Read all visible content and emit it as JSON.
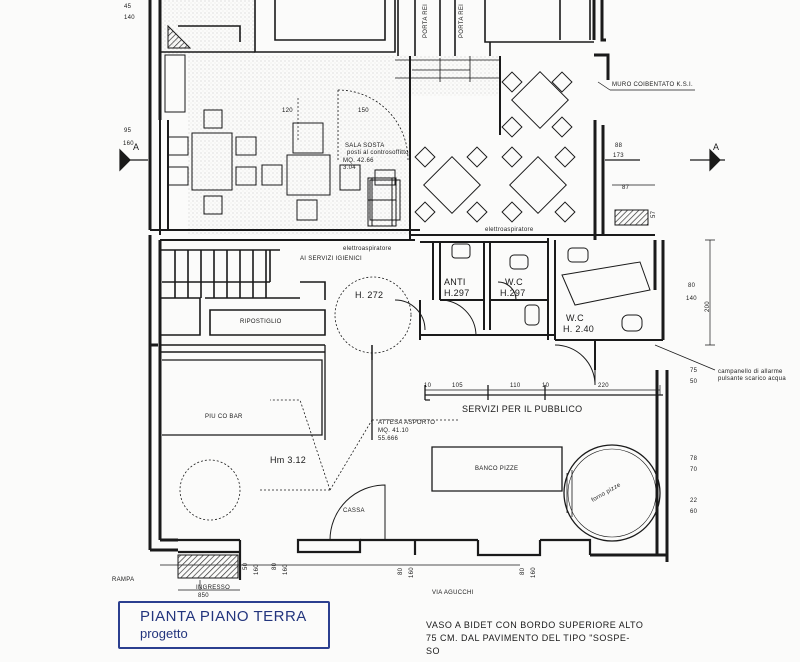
{
  "plan": {
    "rooms": {
      "sala_sosta": "SALA SOSTA",
      "sala_sub": "posti al controsoffitto",
      "sala_mq": "MQ. 42.66",
      "sala_h": "3.04",
      "anti": "ANTI",
      "anti_h": "H.297",
      "wc1": "W.C",
      "wc1_h": "H.297",
      "wc2": "W.C",
      "wc2_h": "H. 2.40",
      "h272": "H. 272",
      "ripostiglio": "RIPOSTIGLIO",
      "servizi_igienici": "AI SERVIZI IGIENICI",
      "piu_co_bar": "PIU CO BAR",
      "hm": "Hm 3.12",
      "attesa": "ATTESA ASPORTO",
      "attesa_mq": "MQ. 41.10",
      "attesa_code": "55.666",
      "banco_pizze": "BANCO PIZZE",
      "forno": "forno pizze",
      "cassa": "CASSA",
      "elettro1": "elettroaspiratore",
      "elettro2": "elettroaspiratore"
    },
    "labels": {
      "porta_rei_1": "PORTA REI",
      "porta_rei_2": "PORTA REI",
      "muro": "MURO COIBENTATO K.S.I.",
      "campanello_1": "campanello di allarme",
      "campanello_2": "pulsante scarico acqua",
      "servizi_pubblico": "SERVIZI  PER  IL  PUBBLICO",
      "rampa": "RAMPA",
      "ingresso": "INGRESSO",
      "via": "VIA AGUCCHI",
      "section_a_left": "A",
      "section_a_right": "A"
    },
    "dimensions": {
      "d45": "45",
      "d140a": "140",
      "d95": "95",
      "d160": "160",
      "d88": "88",
      "d173": "173",
      "d87": "87",
      "d57": "57",
      "d80": "80",
      "d140b": "140",
      "d200": "200",
      "d75": "75",
      "d50a": "50",
      "d78": "78",
      "d70": "70",
      "d22": "22",
      "d60": "60",
      "d10a": "10",
      "d105": "105",
      "d110": "110",
      "d10b": "10",
      "d220": "220",
      "d50b": "50",
      "d160b": "160",
      "d80b": "80",
      "d160c": "160",
      "d80c": "80",
      "d160d": "160",
      "d80d": "80",
      "d160e": "160",
      "d850": "850",
      "d120": "120",
      "d150": "150"
    },
    "title": {
      "line1": "PIANTA  PIANO TERRA",
      "line2": "progetto"
    },
    "note": {
      "line1": "VASO A BIDET CON BORDO SUPERIORE ALTO",
      "line2": "75  CM.  DAL PAVIMENTO DEL TIPO \"SOSPE-",
      "line3": "SO"
    },
    "colors": {
      "ink": "#1a1a1a",
      "title_ink": "#23357d",
      "hatch": "#9a9a9a"
    }
  }
}
